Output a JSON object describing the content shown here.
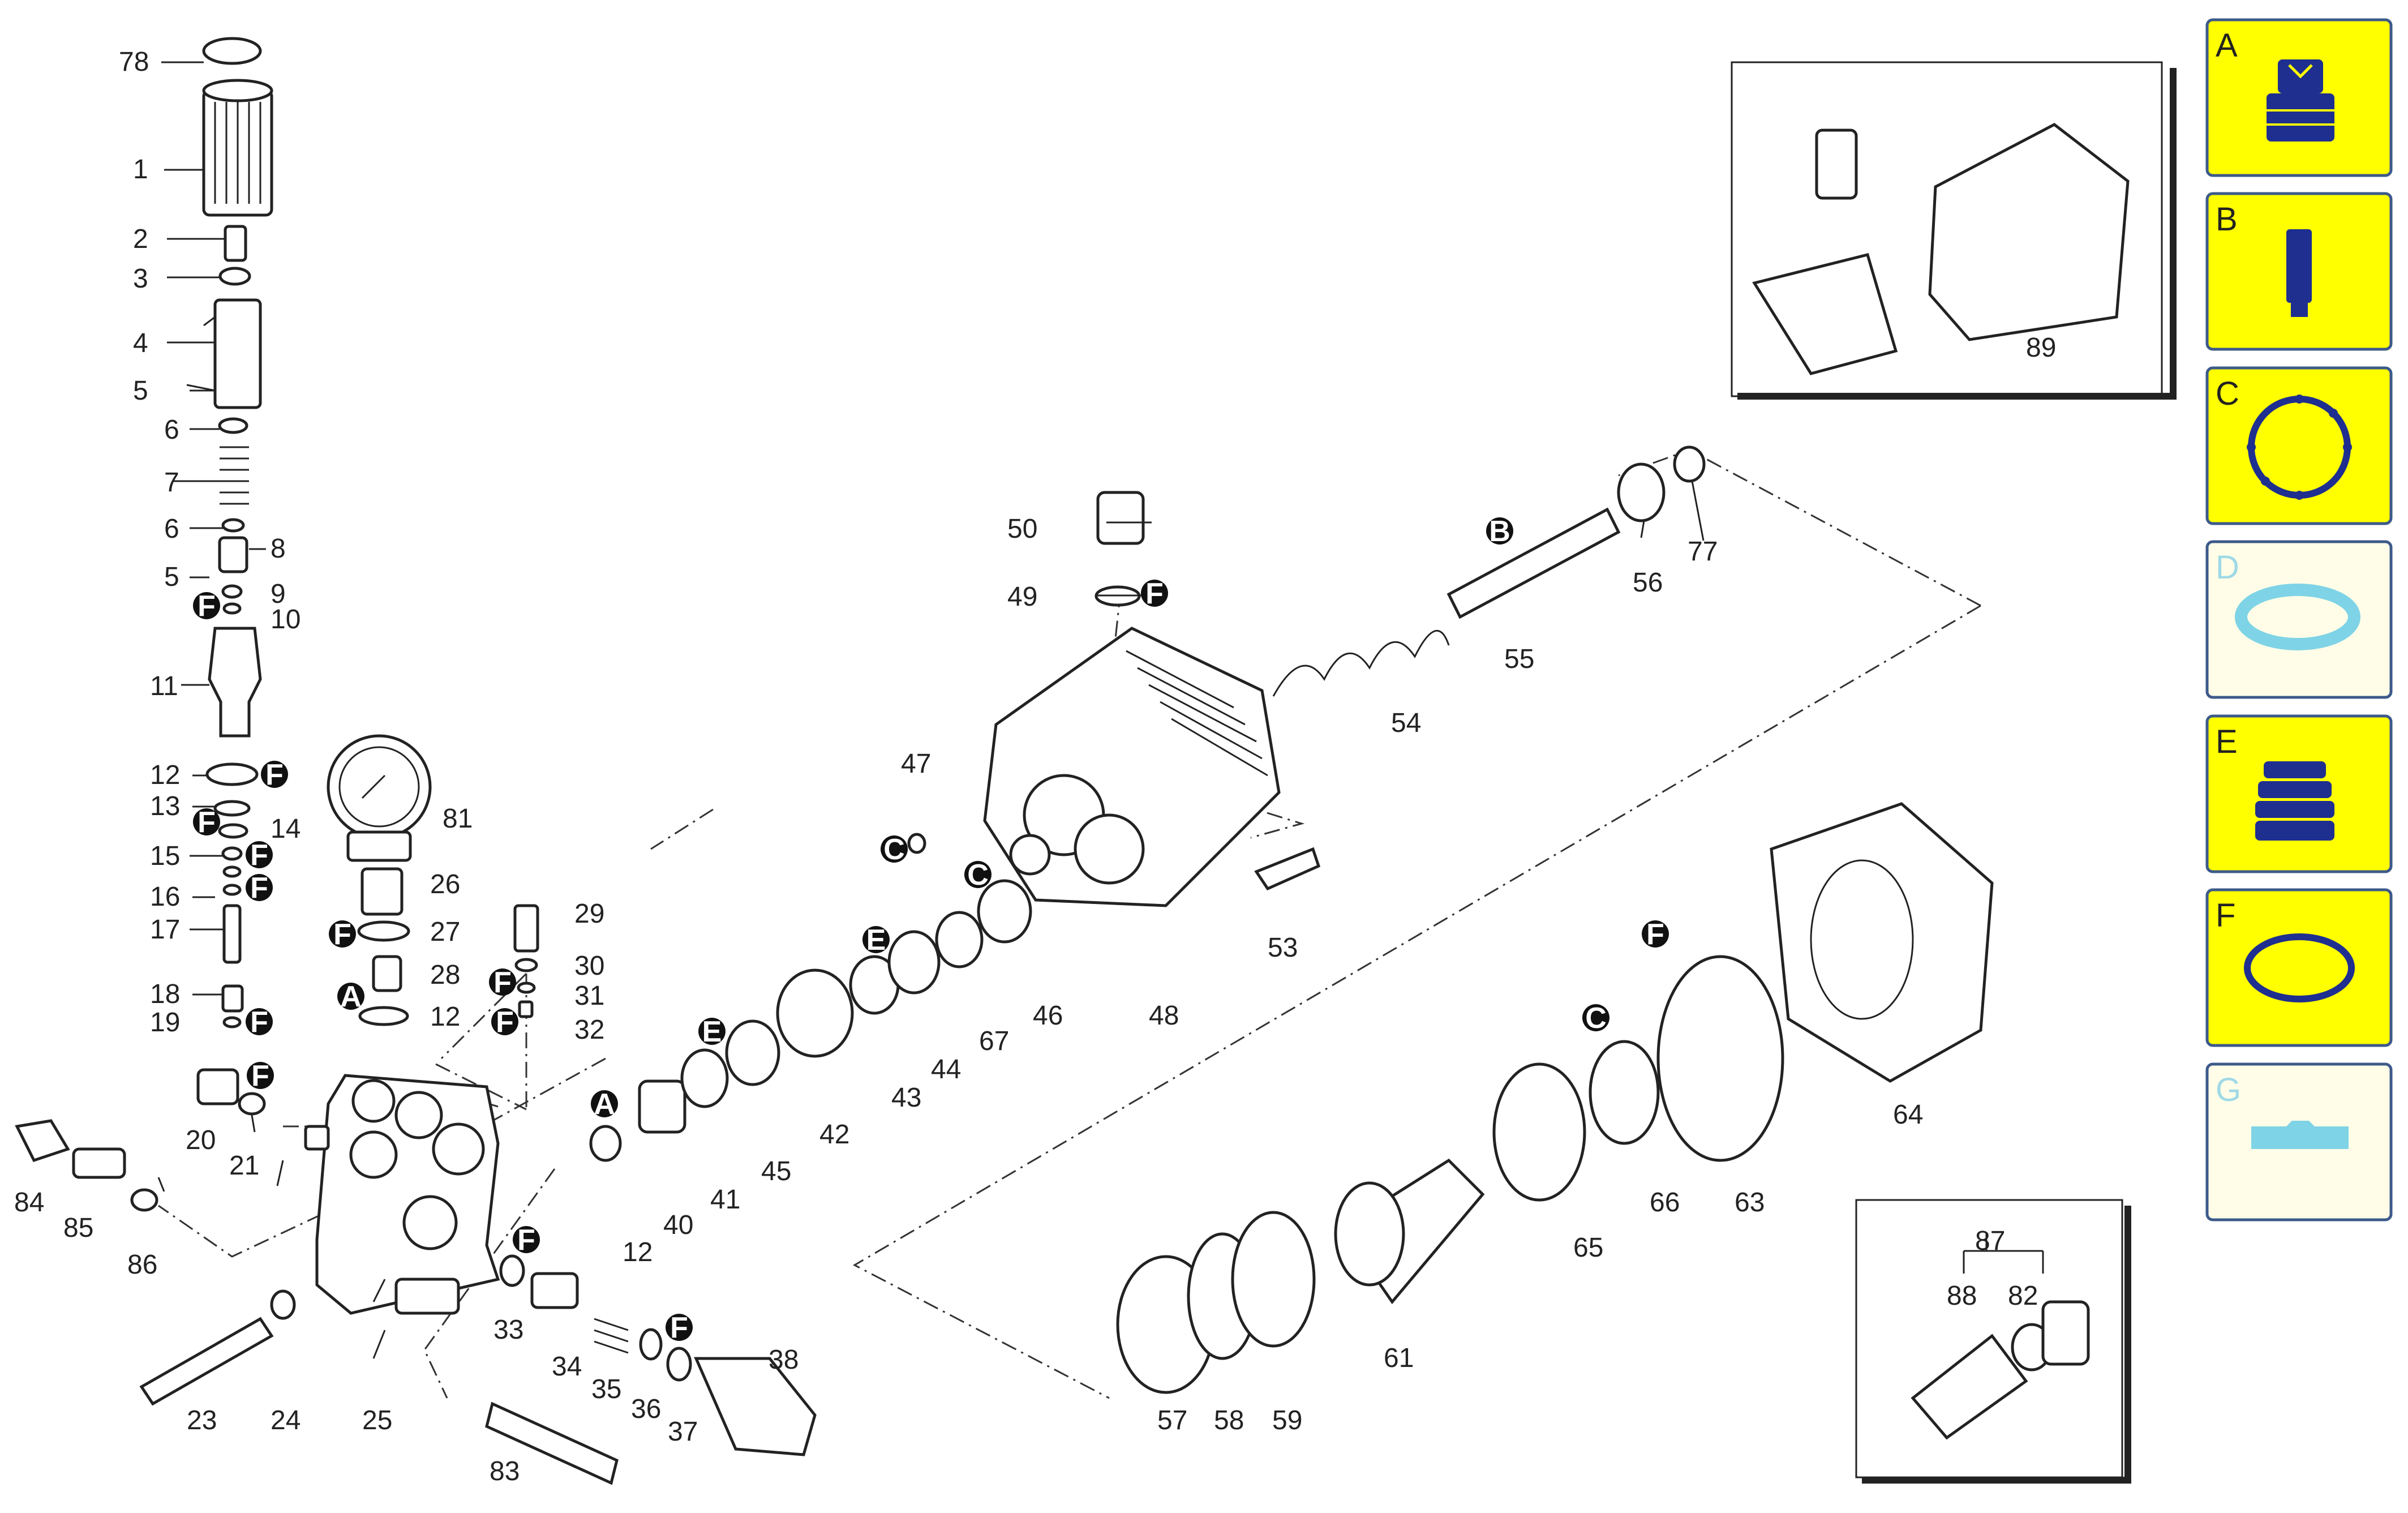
{
  "diagram": {
    "callouts": [
      "78",
      "1",
      "2",
      "3",
      "4",
      "5",
      "6",
      "7",
      "6",
      "8",
      "5",
      "9",
      "10",
      "11",
      "12",
      "13",
      "14",
      "15",
      "16",
      "17",
      "18",
      "19",
      "81",
      "26",
      "27",
      "28",
      "12",
      "29",
      "30",
      "31",
      "32",
      "20",
      "21",
      "84",
      "85",
      "86",
      "23",
      "24",
      "25",
      "33",
      "34",
      "35",
      "36",
      "37",
      "38",
      "83",
      "40",
      "12",
      "41",
      "45",
      "42",
      "43",
      "44",
      "67",
      "46",
      "47",
      "48",
      "50",
      "49",
      "54",
      "53",
      "55",
      "56",
      "77",
      "57",
      "58",
      "59",
      "61",
      "65",
      "66",
      "63",
      "64",
      "89",
      "87",
      "88",
      "82"
    ],
    "kit_markers": [
      "F",
      "F",
      "F",
      "F",
      "F",
      "F",
      "F",
      "A",
      "F",
      "F",
      "F",
      "F",
      "A",
      "E",
      "E",
      "C",
      "C",
      "F",
      "C",
      "B",
      "F",
      "F"
    ]
  },
  "legend": {
    "items": [
      {
        "letter": "A",
        "icon": "seal-kit-icon",
        "faded": false
      },
      {
        "letter": "B",
        "icon": "piston-icon",
        "faded": false
      },
      {
        "letter": "C",
        "icon": "ring-seal-icon",
        "faded": false
      },
      {
        "letter": "D",
        "icon": "flat-washer-icon",
        "faded": true
      },
      {
        "letter": "E",
        "icon": "bellows-seal-icon",
        "faded": false
      },
      {
        "letter": "F",
        "icon": "o-ring-icon",
        "faded": false
      },
      {
        "letter": "G",
        "icon": "flat-strip-icon",
        "faded": true
      }
    ],
    "colors": {
      "active": "#ffff00",
      "faded": "#fffde8",
      "icon": "#1f2f8f",
      "faded_icon": "#7fd3e6"
    }
  }
}
